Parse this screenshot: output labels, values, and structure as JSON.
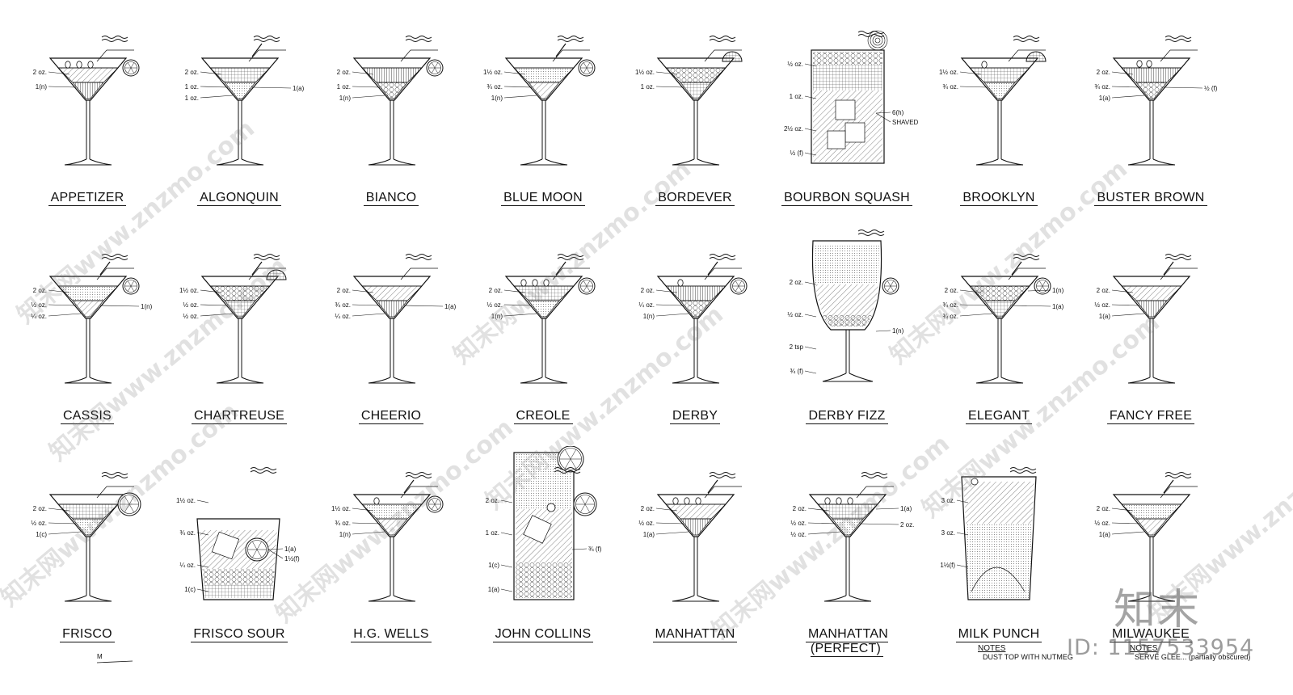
{
  "cocktails": [
    {
      "name": "APPETIZER",
      "glass": "martini",
      "garnish": "olives3-lemon",
      "labels": [
        "2 oz.",
        "1(n)"
      ]
    },
    {
      "name": "ALGONQUIN",
      "glass": "martini",
      "garnish": "pick",
      "labels": [
        "2 oz.",
        "1 oz.",
        "1 oz.",
        "1(a)"
      ]
    },
    {
      "name": "BIANCO",
      "glass": "martini",
      "garnish": "lemon",
      "labels": [
        "2 oz.",
        "1 oz.",
        "1(n)"
      ]
    },
    {
      "name": "BLUE MOON",
      "glass": "martini",
      "garnish": "pick-lemon",
      "labels": [
        "1½ oz.",
        "¾ oz.",
        "1(n)"
      ]
    },
    {
      "name": "BORDEVER",
      "glass": "martini",
      "garnish": "wedge",
      "labels": [
        "1½ oz.",
        "1 oz."
      ]
    },
    {
      "name": "BOURBON SQUASH",
      "glass": "highball",
      "garnish": "spiral",
      "labels": [
        "½ oz.",
        "1 oz.",
        "2½ oz.",
        "½ (f)",
        "6(h)",
        "SHAVED"
      ]
    },
    {
      "name": "BROOKLYN",
      "glass": "martini",
      "garnish": "olive-wedge",
      "labels": [
        "1½ oz.",
        "¾ oz."
      ]
    },
    {
      "name": "BUSTER BROWN",
      "glass": "martini",
      "garnish": "olives2",
      "labels": [
        "2 oz.",
        "¾ oz.",
        "1(a)",
        "½ (f)"
      ]
    },
    {
      "name": "CASSIS",
      "glass": "martini",
      "garnish": "pick-lemon",
      "labels": [
        "2 oz.",
        "½ oz.",
        "¼ oz.",
        "1(n)"
      ]
    },
    {
      "name": "CHARTREUSE",
      "glass": "martini",
      "garnish": "pick-wedge",
      "labels": [
        "1½ oz.",
        "½ oz.",
        "½ oz."
      ]
    },
    {
      "name": "CHEERIO",
      "glass": "martini",
      "garnish": "none",
      "labels": [
        "2 oz.",
        "¾ oz.",
        "¼ oz.",
        "1(a)"
      ]
    },
    {
      "name": "CREOLE",
      "glass": "martini",
      "garnish": "olives3-pick-lemon",
      "labels": [
        "2 oz.",
        "½ oz.",
        "1(n)"
      ]
    },
    {
      "name": "DERBY",
      "glass": "martini",
      "garnish": "olive-pick-lemon",
      "labels": [
        "2 oz.",
        "¼ oz.",
        "1(n)"
      ]
    },
    {
      "name": "DERBY FIZZ",
      "glass": "goblet",
      "garnish": "lemon",
      "labels": [
        "2 oz.",
        "½ oz.",
        "2 tsp",
        "¾ (f)",
        "1(n)"
      ]
    },
    {
      "name": "ELEGANT",
      "glass": "martini",
      "garnish": "pick-lemon",
      "labels": [
        "2 oz.",
        "¾ oz.",
        "¾ oz.",
        "1(a)",
        "1(n)"
      ]
    },
    {
      "name": "FANCY FREE",
      "glass": "martini",
      "garnish": "pick",
      "labels": [
        "2 oz.",
        "½ oz.",
        "1(a)"
      ]
    },
    {
      "name": "FRISCO",
      "glass": "martini",
      "garnish": "orange-round",
      "labels": [
        "2 oz.",
        "½ oz.",
        "1(c)"
      ]
    },
    {
      "name": "FRISCO SOUR",
      "glass": "rocks",
      "garnish": "none",
      "labels": [
        "1½ oz.",
        "¾ oz.",
        "¼ oz.",
        "1(c)",
        "1(a)",
        "1½(f)"
      ]
    },
    {
      "name": "H.G. WELLS",
      "glass": "martini",
      "garnish": "olive-pick-lemon",
      "labels": [
        "1½ oz.",
        "¾ oz.",
        "1(n)"
      ]
    },
    {
      "name": "JOHN COLLINS",
      "glass": "collins",
      "garnish": "orange-round",
      "labels": [
        "2 oz.",
        "1 oz.",
        "1(c)",
        "1(a)",
        "¾ (f)"
      ]
    },
    {
      "name": "MANHATTAN",
      "glass": "martini",
      "garnish": "olives3-pick",
      "labels": [
        "2 oz.",
        "½ oz.",
        "1(a)"
      ]
    },
    {
      "name": "MANHATTAN (PERFECT)",
      "glass": "martini",
      "garnish": "olives3",
      "labels": [
        "2 oz.",
        "½ oz.",
        "½ oz.",
        "2 oz.",
        "1(a)"
      ]
    },
    {
      "name": "MILK PUNCH",
      "glass": "highball-wide",
      "garnish": "none",
      "labels": [
        "3 oz.",
        "3 oz.",
        "1½(f)"
      ]
    },
    {
      "name": "MILWAUKEE",
      "glass": "martini",
      "garnish": "pick",
      "labels": [
        "2 oz.",
        "½ oz.",
        "1(a)"
      ]
    }
  ],
  "notes": [
    {
      "heading": "NOTES",
      "text": "DUST TOP WITH NUTMEG"
    },
    {
      "heading": "NOTES",
      "text": "SERVE GLEE... (partially obscured)"
    }
  ],
  "page_marker": "M",
  "watermark_text": "知末网www.znzmo.com",
  "brand_logo": "知末",
  "id_label": "ID: 1157533954"
}
